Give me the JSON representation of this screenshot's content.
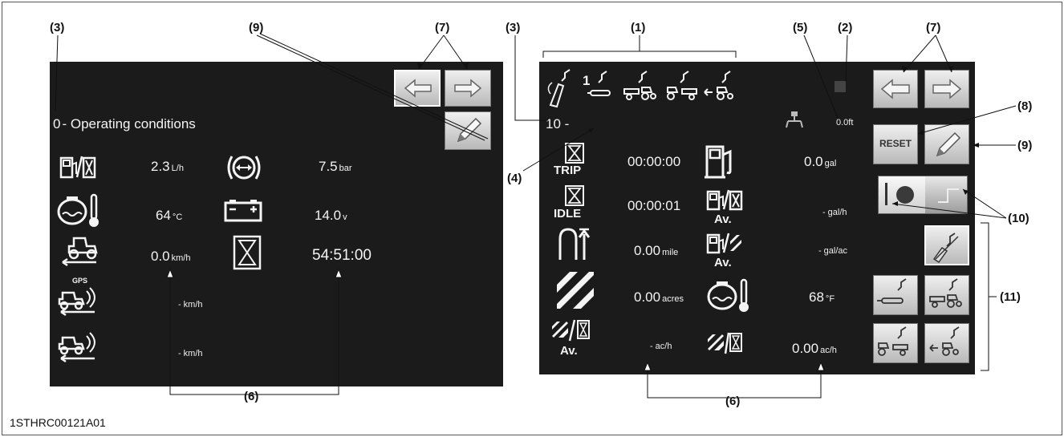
{
  "caption": "1STHRC00121A01",
  "callouts": {
    "c1": "(1)",
    "c2": "(2)",
    "c3_left": "(3)",
    "c3_right": "(3)",
    "c4": "(4)",
    "c5": "(5)",
    "c6_left": "(6)",
    "c6_right": "(6)",
    "c7_left": "(7)",
    "c7_right": "(7)",
    "c8": "(8)",
    "c9_left": "(9)",
    "c9_right": "(9)",
    "c10": "(10)",
    "c11": "(11)"
  },
  "left_screen": {
    "page_number": "0",
    "title": "- Operating conditions",
    "rows": [
      {
        "value": "2.3",
        "unit": "L/h"
      },
      {
        "value": "64",
        "unit": "°C"
      },
      {
        "value": "0.0",
        "unit": "km/h"
      },
      {
        "value": "-",
        "unit": "km/h"
      },
      {
        "value": "-",
        "unit": "km/h"
      }
    ],
    "right_rows": [
      {
        "value": "7.5",
        "unit": "bar"
      },
      {
        "value": "14.0",
        "unit": "v"
      },
      {
        "value": "54:51:00",
        "unit": ""
      }
    ],
    "gps_label": "GPS"
  },
  "right_screen": {
    "page_number": "10 -",
    "header_index": "1",
    "distance": "0.0ft",
    "labels": {
      "trip": "TRIP",
      "idle": "IDLE",
      "av1": "Av.",
      "av2": "Av.",
      "av3": "Av."
    },
    "left_values": [
      {
        "value": "00:00:00",
        "unit": ""
      },
      {
        "value": "00:00:01",
        "unit": ""
      },
      {
        "value": "0.00",
        "unit": "mile"
      },
      {
        "value": "0.00",
        "unit": "acres"
      },
      {
        "value": "-",
        "unit": "ac/h"
      }
    ],
    "right_values": [
      {
        "value": "0.0",
        "unit": "gal"
      },
      {
        "value": "-",
        "unit": "gal/h"
      },
      {
        "value": "-",
        "unit": "gal/ac"
      },
      {
        "value": "68",
        "unit": "°F"
      },
      {
        "value": "0.00",
        "unit": "ac/h"
      }
    ],
    "reset_label": "RESET",
    "status_color": "#444444"
  },
  "colors": {
    "screen_bg": "#1b1b1b",
    "button_face": "#d8d8d8"
  }
}
